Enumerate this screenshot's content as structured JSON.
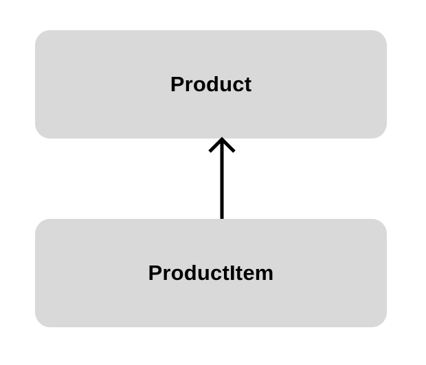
{
  "nodes": {
    "parent": {
      "label": "Product"
    },
    "child": {
      "label": "ProductItem"
    }
  },
  "edge": {
    "from": "ProductItem",
    "to": "Product",
    "style": "open-arrow"
  },
  "colors": {
    "background": "#ffffff",
    "node_fill": "#d9d9d9",
    "text": "#000000",
    "arrow": "#000000"
  }
}
